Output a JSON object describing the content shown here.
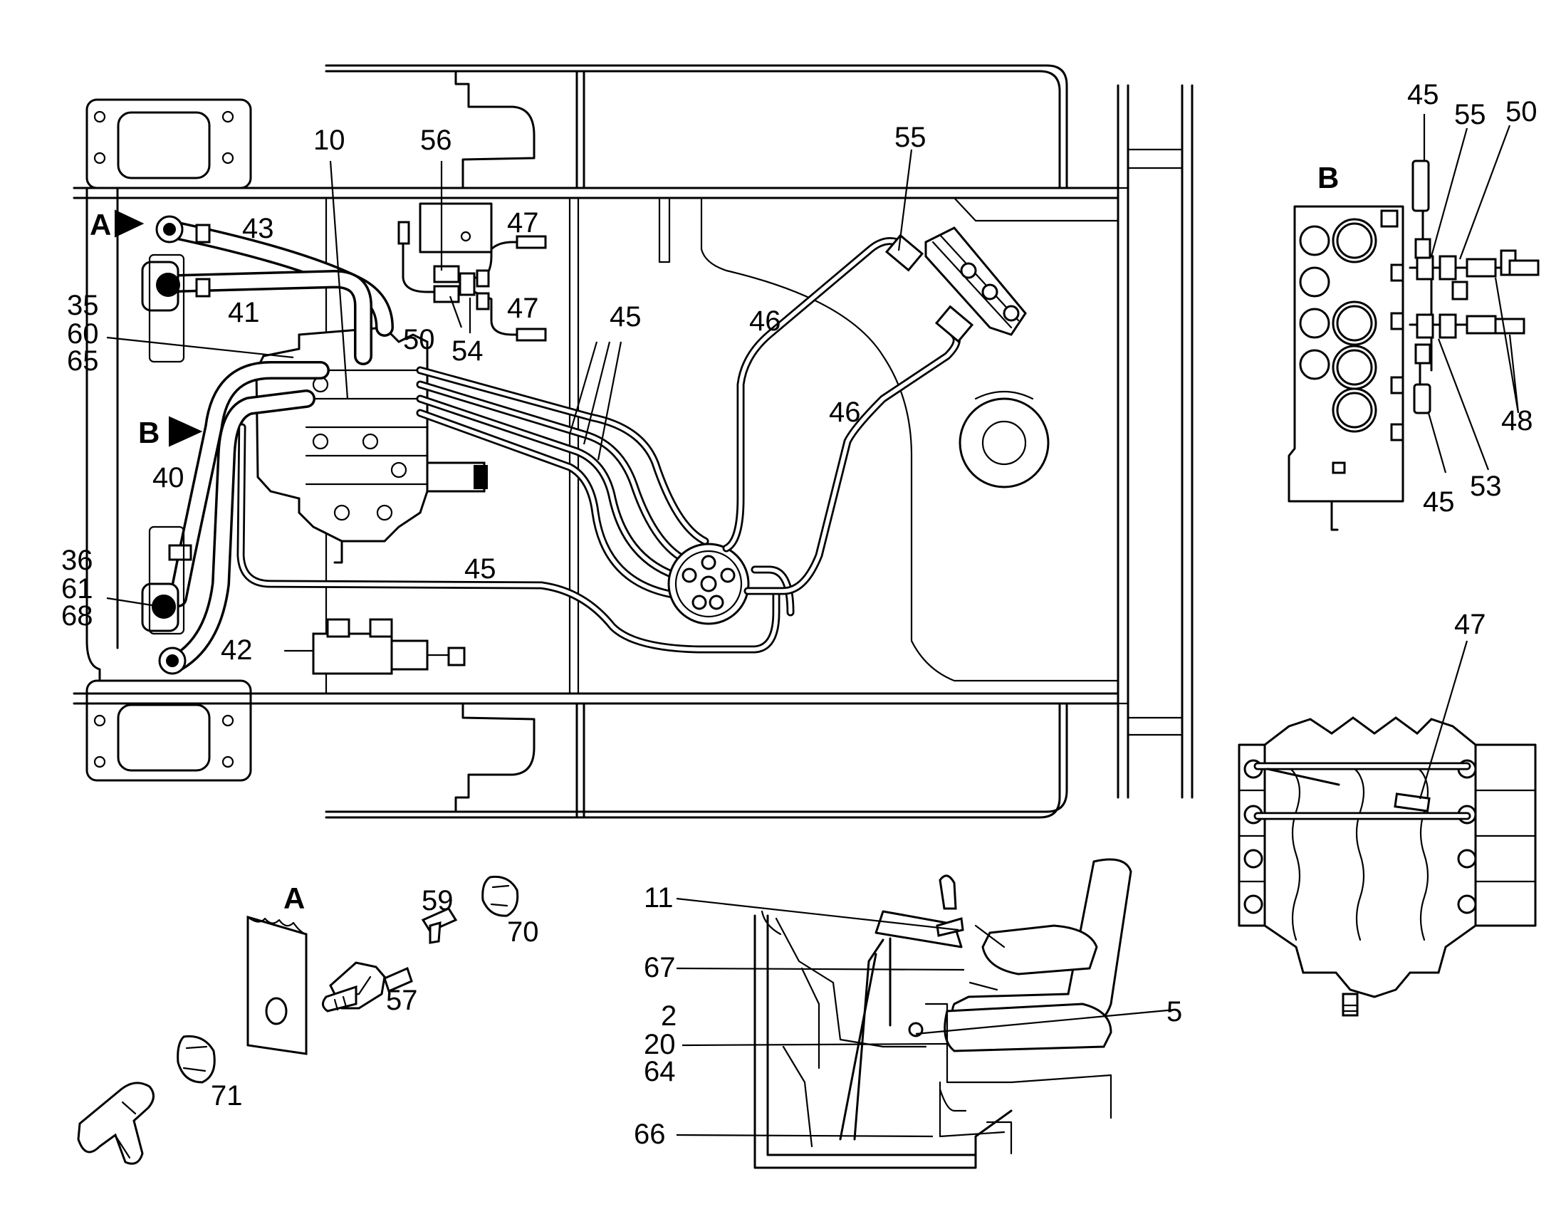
{
  "views": {
    "main": {
      "labels": {
        "l10": "10",
        "l56": "56",
        "l55": "55",
        "l43": "43",
        "l41": "41",
        "l35": "35",
        "l60": "60",
        "l65": "65",
        "l47a": "47",
        "l47b": "47",
        "l50": "50",
        "l54": "54",
        "l45a": "45",
        "l46a": "46",
        "l46b": "46",
        "l40": "40",
        "l36": "36",
        "l61": "61",
        "l68": "68",
        "l42": "42",
        "l45b": "45"
      },
      "markers": {
        "a": "A",
        "b": "B"
      }
    },
    "detail_b": {
      "title": "B",
      "labels": {
        "l45a": "45",
        "l55": "55",
        "l50": "50",
        "l48": "48",
        "l53": "53",
        "l45b": "45"
      }
    },
    "detail_valve": {
      "labels": {
        "l47": "47"
      }
    },
    "detail_a": {
      "title": "A",
      "labels": {
        "l59": "59",
        "l70": "70",
        "l57": "57",
        "l71": "71"
      }
    },
    "detail_cab": {
      "labels": {
        "l11": "11",
        "l67": "67",
        "l2": "2",
        "l20": "20",
        "l64": "64",
        "l5": "5",
        "l66": "66"
      }
    }
  }
}
